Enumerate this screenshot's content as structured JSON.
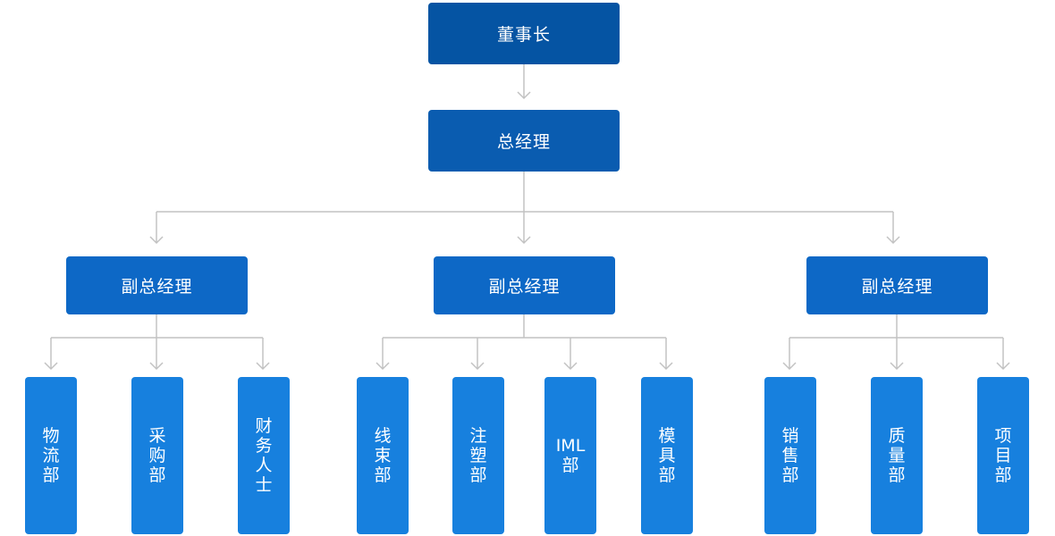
{
  "chairman": {
    "label": "董事长"
  },
  "general_manager": {
    "label": "总经理"
  },
  "vice_managers": [
    {
      "label": "副总经理",
      "departments": [
        {
          "label": "物流部"
        },
        {
          "label": "采购部"
        },
        {
          "label": "财务人士"
        }
      ]
    },
    {
      "label": "副总经理",
      "departments": [
        {
          "label": "线束部"
        },
        {
          "label": "注塑部"
        },
        {
          "label": "IML部"
        },
        {
          "label": "模具部"
        }
      ]
    },
    {
      "label": "副总经理",
      "departments": [
        {
          "label": "销售部"
        },
        {
          "label": "质量部"
        },
        {
          "label": "项目部"
        }
      ]
    }
  ],
  "colors": {
    "chairman_fill": "#0554a3",
    "gm_fill": "#0a5cb0",
    "vp_fill": "#0d68c6",
    "dept_fill": "#1780de",
    "connector": "#c2c2c2"
  }
}
